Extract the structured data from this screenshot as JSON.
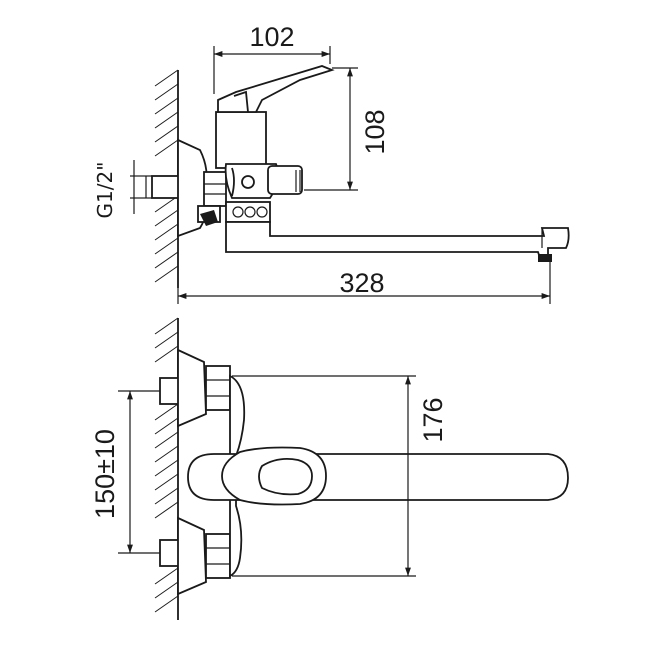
{
  "dimensions": {
    "width_top": "102",
    "height_body": "108",
    "length_spout": "328",
    "thread": "G1/2\"",
    "height_front": "176",
    "center_distance": "150±10"
  }
}
